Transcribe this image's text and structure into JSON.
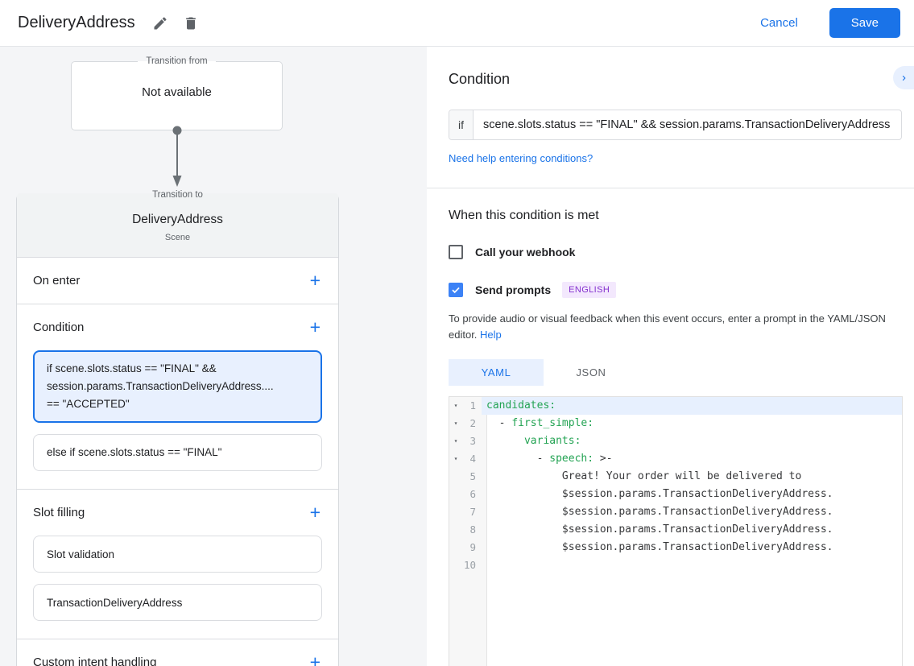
{
  "header": {
    "title": "DeliveryAddress",
    "cancel_label": "Cancel",
    "save_label": "Save"
  },
  "icons": {
    "plus": "+",
    "fold_arrow": "▾"
  },
  "colors": {
    "accent_blue": "#1a73e8",
    "selected_card_bg": "#e8f0fe",
    "badge_bg": "#f3e8fd",
    "badge_text": "#8430ce",
    "code_key_green": "#23a353"
  },
  "left_panel": {
    "transition_from": {
      "legend": "Transition from",
      "value": "Not available"
    },
    "transition_to": {
      "legend": "Transition to",
      "scene_name": "DeliveryAddress",
      "scene_type": "Scene",
      "on_enter_label": "On enter",
      "condition_label": "Condition",
      "condition_cards": [
        {
          "text": "if scene.slots.status == \"FINAL\" &&\nsession.params.TransactionDeliveryAddress....\n== \"ACCEPTED\"",
          "selected": true
        },
        {
          "text": "else if scene.slots.status == \"FINAL\"",
          "selected": false
        }
      ],
      "slot_filling_label": "Slot filling",
      "slot_cards": [
        "Slot validation",
        "TransactionDeliveryAddress"
      ],
      "custom_intent_label": "Custom intent handling"
    }
  },
  "right_panel": {
    "condition_heading": "Condition",
    "if_label": "if",
    "condition_value": "scene.slots.status == \"FINAL\" && session.params.TransactionDeliveryAddress",
    "help_link": "Need help entering conditions?",
    "when_met_heading": "When this condition is met",
    "webhook": {
      "label": "Call your webhook",
      "checked": false
    },
    "send_prompts": {
      "label": "Send prompts",
      "checked": true,
      "language_badge": "ENGLISH"
    },
    "note": "To provide audio or visual feedback when this event occurs, enter a prompt in the YAML/JSON editor.",
    "note_help_link": "Help",
    "tabs": [
      {
        "label": "YAML",
        "active": true
      },
      {
        "label": "JSON",
        "active": false
      }
    ],
    "editor": {
      "lines": [
        {
          "num": "1",
          "fold": true,
          "highlight": true,
          "segments": [
            {
              "text": "candidates:",
              "type": "key"
            }
          ]
        },
        {
          "num": "2",
          "fold": true,
          "segments": [
            {
              "text": "  - ",
              "type": "plain"
            },
            {
              "text": "first_simple:",
              "type": "key"
            }
          ]
        },
        {
          "num": "3",
          "fold": true,
          "segments": [
            {
              "text": "      ",
              "type": "plain"
            },
            {
              "text": "variants:",
              "type": "key"
            }
          ]
        },
        {
          "num": "4",
          "fold": true,
          "segments": [
            {
              "text": "        - ",
              "type": "plain"
            },
            {
              "text": "speech:",
              "type": "key"
            },
            {
              "text": " >-",
              "type": "plain"
            }
          ]
        },
        {
          "num": "5",
          "segments": [
            {
              "text": "            Great! Your order will be delivered to",
              "type": "plain"
            }
          ]
        },
        {
          "num": "6",
          "segments": [
            {
              "text": "            $session.params.TransactionDeliveryAddress.",
              "type": "plain"
            }
          ]
        },
        {
          "num": "7",
          "segments": [
            {
              "text": "            $session.params.TransactionDeliveryAddress.",
              "type": "plain"
            }
          ]
        },
        {
          "num": "8",
          "segments": [
            {
              "text": "            $session.params.TransactionDeliveryAddress.",
              "type": "plain"
            }
          ]
        },
        {
          "num": "9",
          "segments": [
            {
              "text": "            $session.params.TransactionDeliveryAddress.",
              "type": "plain"
            }
          ]
        },
        {
          "num": "10",
          "segments": []
        }
      ]
    }
  }
}
